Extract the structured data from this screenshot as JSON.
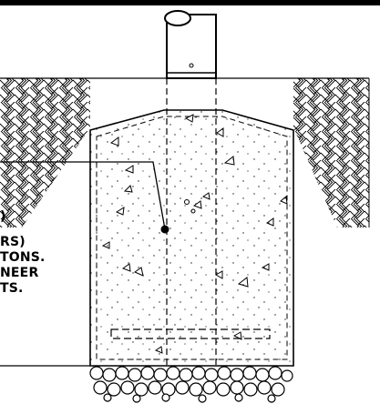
{
  "drawing": {
    "colors": {
      "ink": "#000000",
      "paper": "#ffffff"
    },
    "note_lines": [
      ")",
      "RS)",
      "TONS.",
      "NEER",
      "TS."
    ]
  }
}
